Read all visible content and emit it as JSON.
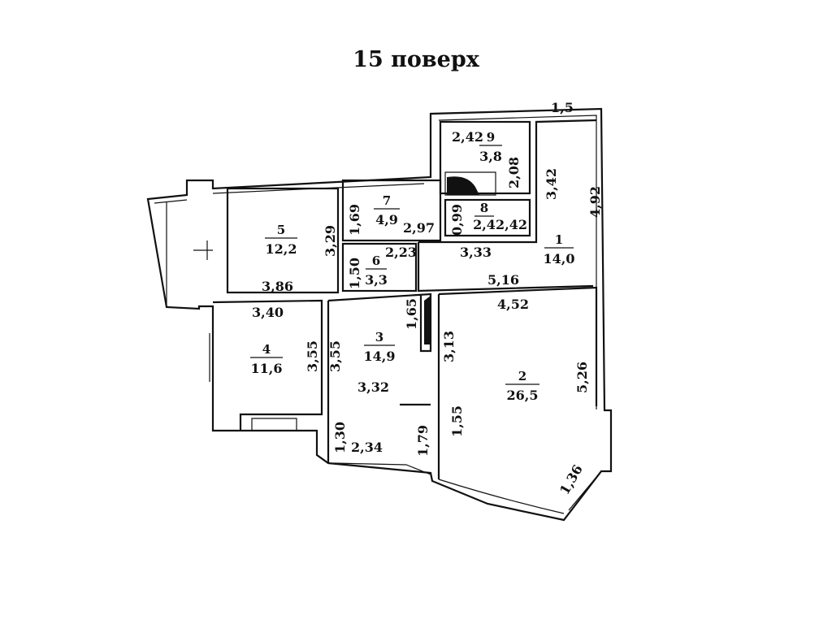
{
  "title": "15 поверх",
  "rooms": [
    {
      "number": "1",
      "area": "14,0"
    },
    {
      "number": "2",
      "area": "26,5"
    },
    {
      "number": "3",
      "area": "14,9"
    },
    {
      "number": "4",
      "area": "11,6"
    },
    {
      "number": "5",
      "area": "12,2"
    },
    {
      "number": "6",
      "area": "3,3"
    },
    {
      "number": "7",
      "area": "4,9"
    },
    {
      "number": "8",
      "area": "2,4"
    },
    {
      "number": "9",
      "area": "3,8"
    }
  ],
  "dimensions": [
    "1,5",
    "2,42",
    "2,08",
    "3,42",
    "4,92",
    "1,69",
    "2,97",
    "0,99",
    "2,42",
    "3,29",
    "3,33",
    "2,23",
    "1,50",
    "5,16",
    "3,86",
    "3,40",
    "4,52",
    "1,65",
    "3,55",
    "3,55",
    "3,13",
    "5,26",
    "3,32",
    "1,55",
    "1,30",
    "2,34",
    "1,79",
    "1,36"
  ]
}
